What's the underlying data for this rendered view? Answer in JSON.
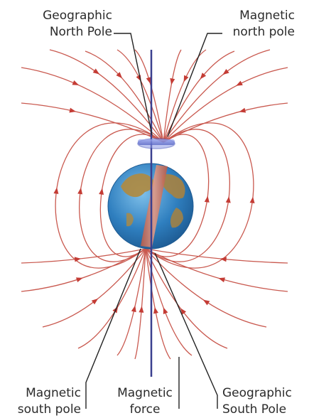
{
  "labels": {
    "geographic_north": {
      "line1": "Geographic",
      "line2": "North Pole"
    },
    "magnetic_north": {
      "line1": "Magnetic",
      "line2": "north pole"
    },
    "magnetic_south": {
      "line1": "Magnetic",
      "line2": "south pole"
    },
    "magnetic_force": {
      "line1": "Magnetic",
      "line2": "force"
    },
    "geographic_south": {
      "line1": "Geographic",
      "line2": "South Pole"
    }
  },
  "colors": {
    "field_line": "#c9594f",
    "field_arrow": "#c43c35",
    "magnet_bar": "#d07562",
    "axis": "#3a3f8f",
    "ring": "#6f7fd0",
    "ocean": "#3f90c8",
    "land": "#b08a3e",
    "leader": "#222222"
  },
  "icons": {
    "globe": "earth-globe-icon",
    "magnet": "bar-magnet-icon"
  }
}
